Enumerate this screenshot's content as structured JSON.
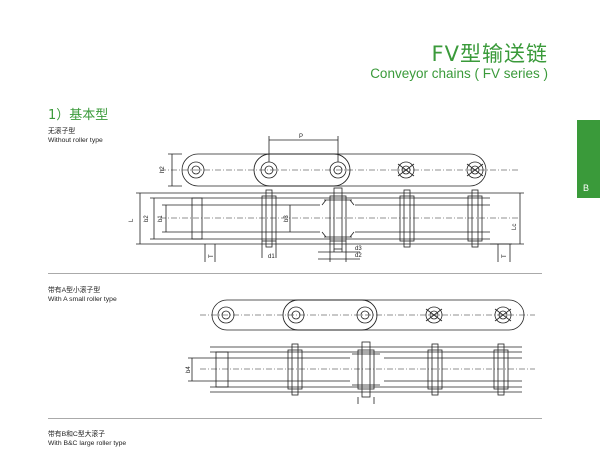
{
  "header": {
    "title_cn": "FV型输送链",
    "title_en": "Conveyor chains ( FV series )"
  },
  "section": {
    "heading": "1）基本型"
  },
  "tab": {
    "letter": "B",
    "color": "#3a9a3a"
  },
  "types": [
    {
      "cn": "无滚子型",
      "en": "Without roller type"
    },
    {
      "cn": "带有A型小滚子型",
      "en": "With A small roller type"
    },
    {
      "cn": "带有B和C型大滚子",
      "en": "With B&C large roller type"
    }
  ],
  "dimensions": {
    "pitch": "P",
    "h2": "h2",
    "L": "L",
    "b2": "b2",
    "b1": "b1",
    "b3": "b3",
    "T_left": "T",
    "T_right": "T",
    "Lc": "Lc",
    "d1": "d1",
    "d2": "d2",
    "d3": "d3",
    "b4": "b4"
  },
  "colors": {
    "accent": "#3a9a3a",
    "line": "#222222",
    "rule": "#aaaaaa"
  }
}
